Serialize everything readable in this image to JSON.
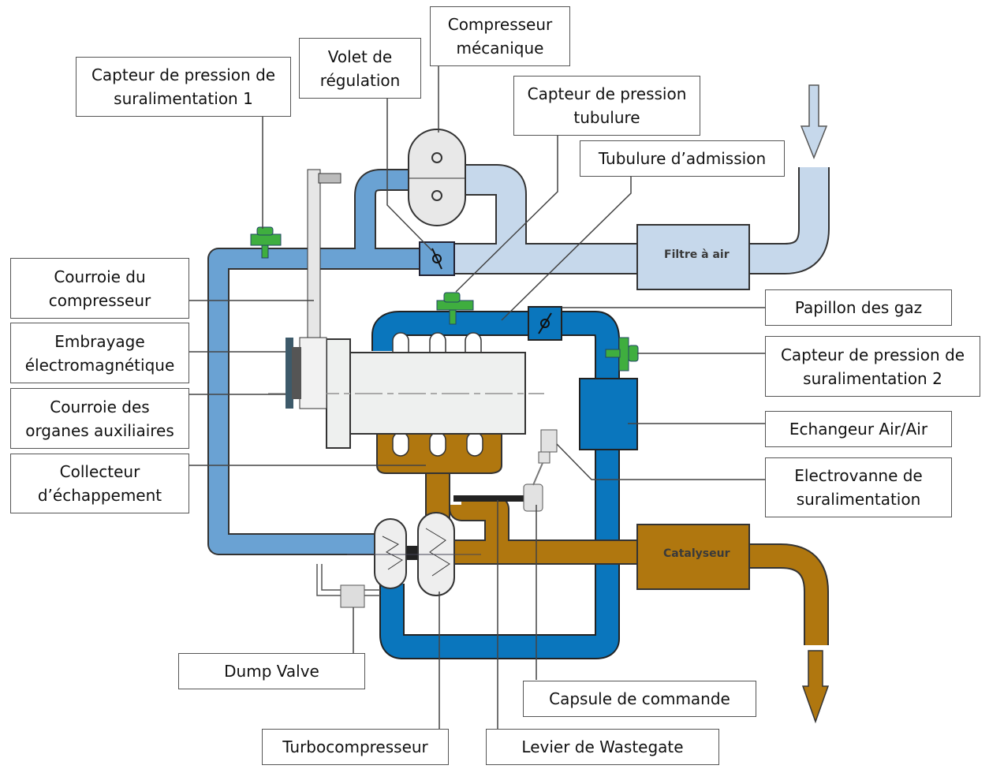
{
  "labels": {
    "capteur_pression_1": "Capteur de pression de\nsuralimentation 1",
    "volet_regulation": "Volet de\nrégulation",
    "compresseur_mecanique": "Compresseur\nmécanique",
    "capteur_pression_tubulure": "Capteur de pression\ntubulure",
    "tubulure_admission": "Tubulure d’admission",
    "courroie_compresseur": "Courroie du\ncompresseur",
    "embrayage": "Embrayage\nélectromagnétique",
    "courroie_organes": "Courroie des\norganes auxiliaires",
    "collecteur": "Collecteur\nd’échappement",
    "papillon": "Papillon des  gaz",
    "capteur_pression_2": "Capteur de pression de\nsuralimentation 2",
    "echangeur": "Echangeur Air/Air",
    "electrovanne": "Electrovanne de\nsuralimentation",
    "dump_valve": "Dump Valve",
    "capsule": "Capsule de commande",
    "turbocompresseur": "Turbocompresseur",
    "levier_wastegate": "Levier de Wastegate"
  },
  "components": {
    "filtre": "Filtre à air",
    "catalyseur": "Catalyseur"
  },
  "colors": {
    "intake_light": "#c6d8eb",
    "intake_medium": "#6aa2d3",
    "charge_air": "#0a76bd",
    "exhaust": "#b0770f",
    "sensor": "#3fae3f"
  }
}
